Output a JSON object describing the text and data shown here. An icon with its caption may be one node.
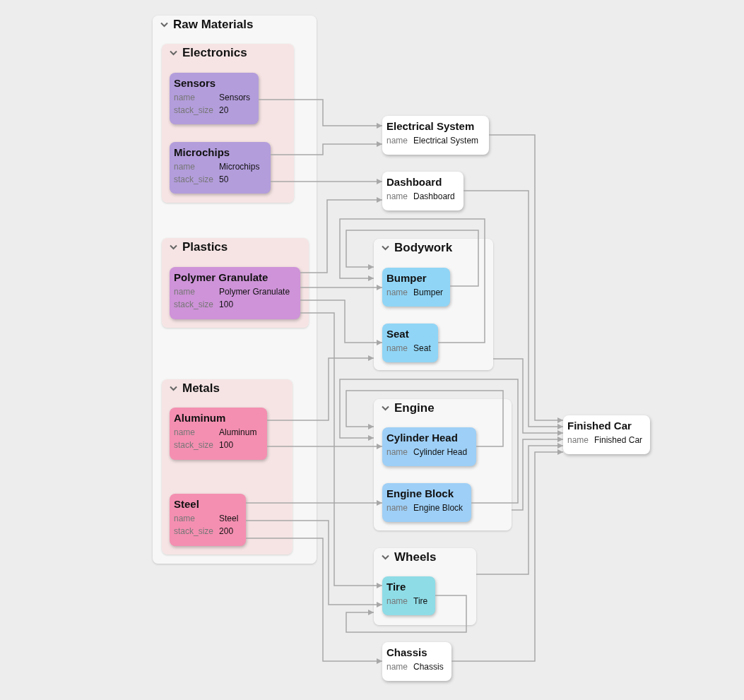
{
  "diagram": {
    "nodes": [
      {
        "text": [
          "Raw Materials"
        ]
      },
      {
        "text": [
          "Electronics"
        ],
        "in": 0
      },
      {
        "text": [
          "Sensors",
          "name",
          "Sensors",
          "stack_size",
          "20"
        ],
        "in": 1
      },
      {
        "text": [
          "Microchips",
          "name",
          "Microchips",
          "stack_size",
          "50"
        ],
        "in": 1
      },
      {
        "text": [
          "Plastics"
        ],
        "in": 0
      },
      {
        "text": [
          "Polymer Granulate",
          "name",
          "Polymer Granulate",
          "stack_size",
          "100"
        ],
        "in": 4
      },
      {
        "text": [
          "Metals"
        ],
        "in": 0
      },
      {
        "text": [
          "Aluminum",
          "name",
          "Aluminum",
          "stack_size",
          "100"
        ],
        "in": 6
      },
      {
        "text": [
          "Steel",
          "name",
          "Steel",
          "stack_size",
          "200"
        ],
        "in": 6
      },
      {
        "text": [
          "Electrical System",
          "name",
          "Electrical System"
        ]
      },
      {
        "text": [
          "Dashboard",
          "name",
          "Dashboard"
        ]
      },
      {
        "text": [
          "Bodywork"
        ]
      },
      {
        "text": [
          "Bumper",
          "name",
          "Bumper"
        ],
        "in": 11
      },
      {
        "text": [
          "Seat",
          "name",
          "Seat"
        ],
        "in": 11
      },
      {
        "text": [
          "Engine"
        ]
      },
      {
        "text": [
          "Cylinder Head",
          "name",
          "Cylinder Head"
        ],
        "in": 14
      },
      {
        "text": [
          "Engine Block",
          "name",
          "Engine Block"
        ],
        "in": 14
      },
      {
        "text": [
          "Wheels"
        ]
      },
      {
        "text": [
          "Tire",
          "name",
          "Tire"
        ],
        "in": 17
      },
      {
        "text": [
          "Chassis",
          "name",
          "Chassis"
        ]
      },
      {
        "text": [
          "Finished Car",
          "name",
          "Finished Car"
        ]
      }
    ],
    "edges": [
      {
        "from": 2,
        "to": 9,
        "arrow": "to"
      },
      {
        "from": 3,
        "to": 9,
        "arrow": "to"
      },
      {
        "from": 3,
        "to": 10,
        "arrow": "to"
      },
      {
        "from": 5,
        "to": 10,
        "arrow": "to"
      },
      {
        "from": 5,
        "to": 12,
        "arrow": "to"
      },
      {
        "from": 5,
        "to": 13,
        "arrow": "to"
      },
      {
        "from": 5,
        "to": 18,
        "arrow": "to"
      },
      {
        "from": 7,
        "to": 11,
        "arrow": "to"
      },
      {
        "from": 7,
        "to": 15,
        "arrow": "to"
      },
      {
        "from": 8,
        "to": 16,
        "arrow": "to"
      },
      {
        "from": 8,
        "to": 18,
        "arrow": "to"
      },
      {
        "from": 8,
        "to": 19,
        "arrow": "to"
      },
      {
        "from": 12,
        "to": 11,
        "arrow": "to"
      },
      {
        "from": 13,
        "to": 11,
        "arrow": "to"
      },
      {
        "from": 15,
        "to": 14,
        "arrow": "to"
      },
      {
        "from": 16,
        "to": 14,
        "arrow": "to"
      },
      {
        "from": 18,
        "to": 17,
        "arrow": "to"
      },
      {
        "from": 9,
        "to": 20,
        "arrow": "to"
      },
      {
        "from": 10,
        "to": 20,
        "arrow": "to"
      },
      {
        "from": 11,
        "to": 20,
        "arrow": "to"
      },
      {
        "from": 14,
        "to": 20,
        "arrow": "to"
      },
      {
        "from": 17,
        "to": 20,
        "arrow": "to"
      },
      {
        "from": 19,
        "to": 20,
        "arrow": "to"
      }
    ]
  }
}
